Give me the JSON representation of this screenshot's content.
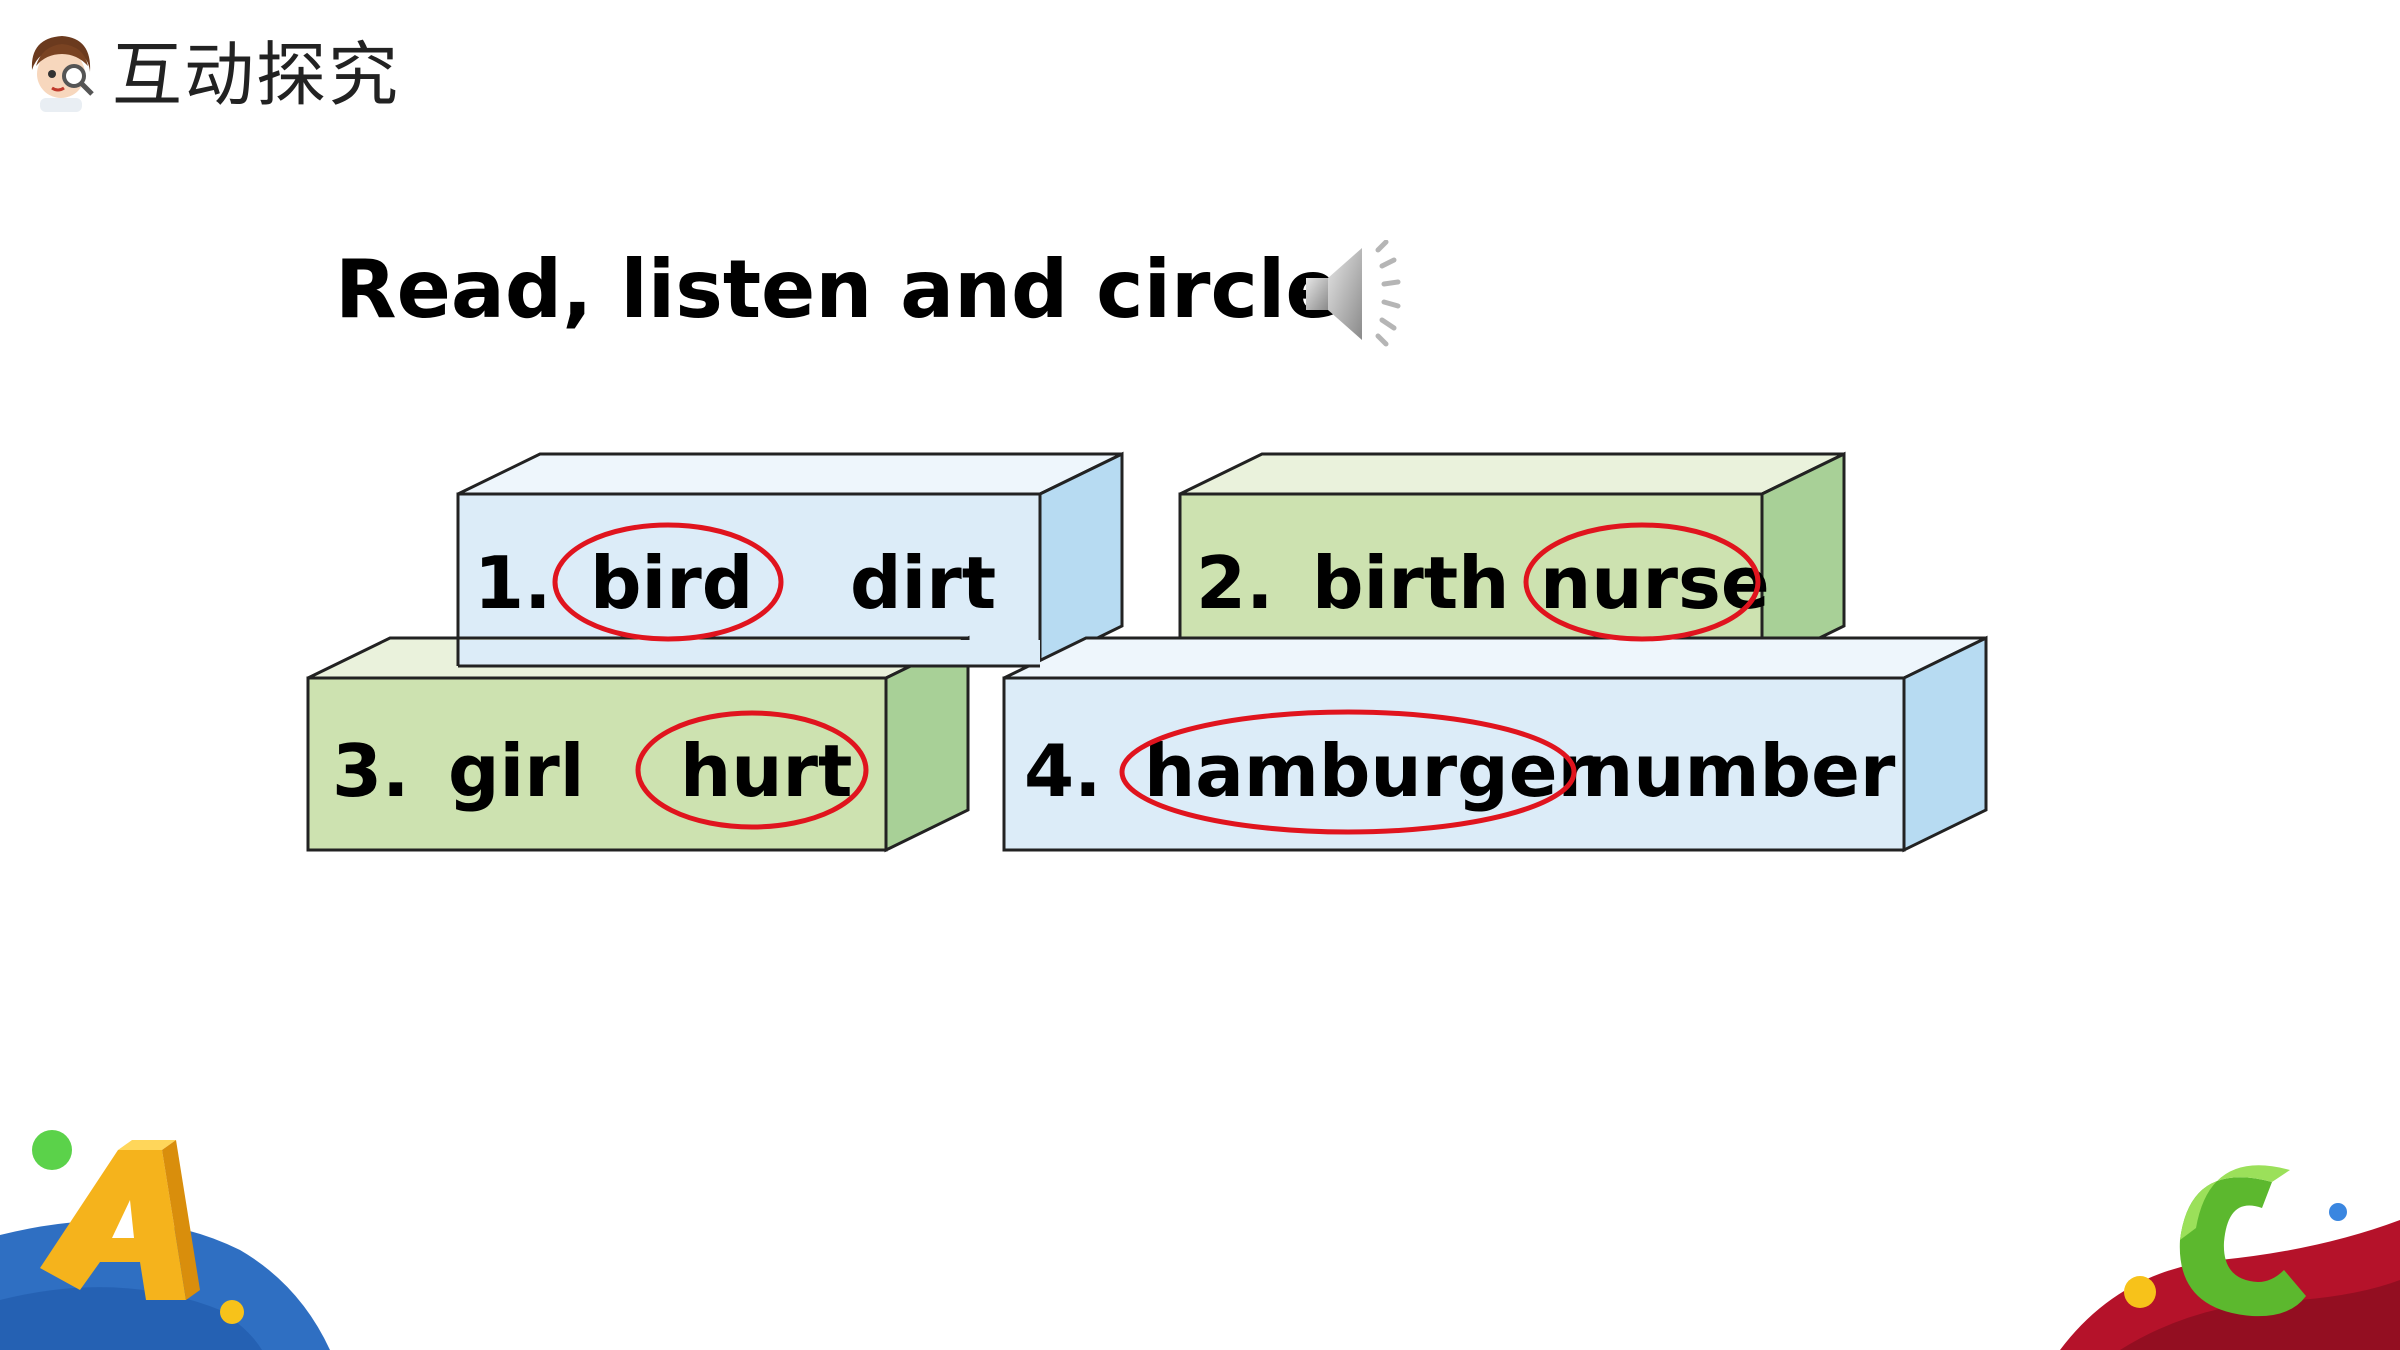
{
  "header": {
    "title": "互动探究",
    "icon": "girl-with-magnifier-icon"
  },
  "instruction": {
    "text": "Read, listen and circle.",
    "icon": "speaker-icon"
  },
  "colors": {
    "blue_face": "#dcecf8",
    "blue_top": "#eef6fc",
    "blue_side": "#b7dbf2",
    "green_face": "#cde2b0",
    "green_top": "#eaf2dc",
    "green_side": "#a8d097",
    "circle": "#e0141e",
    "ground_blue": "#2f6fc2",
    "ground_red": "#b5122a"
  },
  "blocks": [
    {
      "number": "1.",
      "word_a": "bird",
      "word_b": "dirt",
      "circled": "bird"
    },
    {
      "number": "2.",
      "word_a": "birth",
      "word_b": "nurse",
      "circled": "nurse"
    },
    {
      "number": "3.",
      "word_a": "girl",
      "word_b": "hurt",
      "circled": "hurt"
    },
    {
      "number": "4.",
      "word_a": "hamburger",
      "word_b": "number",
      "circled": "hamburger"
    }
  ],
  "decorations": {
    "left": "letter-a-icon",
    "right": "letter-c-icon"
  }
}
